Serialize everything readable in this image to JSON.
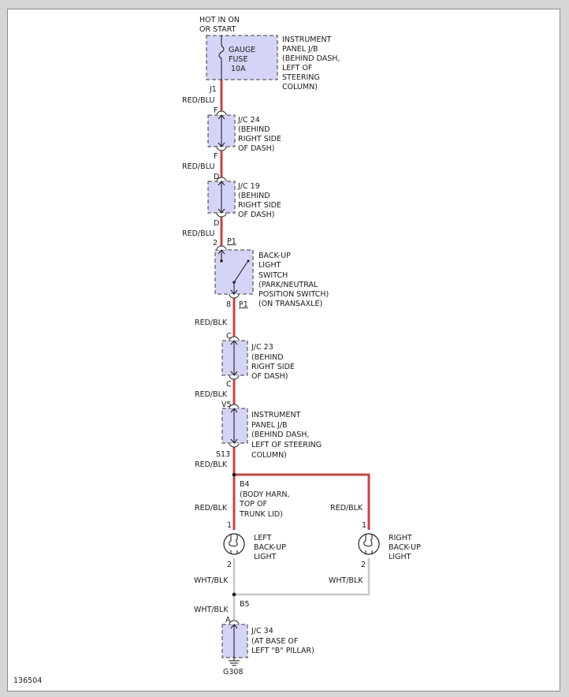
{
  "fuse_block": {
    "feed_lines": [
      "HOT IN ON",
      "OR START"
    ],
    "fuse_lines": [
      "GAUGE",
      "FUSE",
      "10A"
    ],
    "location_lines": [
      "INSTRUMENT",
      "PANEL J/B",
      "(BEHIND DASH,",
      "LEFT OF",
      "STEERING",
      "COLUMN)"
    ],
    "out_pin": "J1"
  },
  "jc24": {
    "wire_in": "RED/BLU",
    "pin_top": "F",
    "pin_bottom": "F",
    "label_lines": [
      "J/C 24",
      "(BEHIND",
      "RIGHT SIDE",
      "OF DASH)"
    ]
  },
  "jc19": {
    "wire_in": "RED/BLU",
    "pin_top": "D",
    "pin_bottom": "D",
    "label_lines": [
      "J/C 19",
      "(BEHIND",
      "RIGHT SIDE",
      "OF DASH)"
    ]
  },
  "switch": {
    "wire_in": "RED/BLU",
    "pin_top": "2",
    "conn_top": "P1",
    "pin_bottom": "8",
    "conn_bottom": "P1",
    "label_lines": [
      "BACK-UP",
      "LIGHT",
      "SWITCH",
      "(PARK/NEUTRAL",
      "POSITION SWITCH)",
      "(ON TRANSAXLE)"
    ]
  },
  "jc23": {
    "wire_in": "RED/BLK",
    "pin_top": "C",
    "pin_bottom": "C",
    "label_lines": [
      "J/C 23",
      "(BEHIND",
      "RIGHT SIDE",
      "OF DASH)"
    ]
  },
  "ipjb": {
    "wire_in": "RED/BLK",
    "pin_top": "V5",
    "pin_bottom": "S13",
    "label_lines": [
      "INSTRUMENT",
      "PANEL J/B",
      "(BEHIND DASH,",
      "LEFT OF STEERING",
      "COLUMN)"
    ]
  },
  "splice_b4": {
    "wire_in": "RED/BLK",
    "name": "B4",
    "label_lines": [
      "(BODY HARN,",
      "TOP OF",
      "TRUNK LID)"
    ]
  },
  "left_light": {
    "wire_in": "RED/BLK",
    "pin_in": "1",
    "pin_out": "2",
    "wire_out": "WHT/BLK",
    "label_lines": [
      "LEFT",
      "BACK-UP",
      "LIGHT"
    ]
  },
  "right_light": {
    "wire_in": "RED/BLK",
    "pin_in": "1",
    "pin_out": "2",
    "wire_out": "WHT/BLK",
    "label_lines": [
      "RIGHT",
      "BACK-UP",
      "LIGHT"
    ]
  },
  "splice_b5": {
    "name": "B5",
    "wire_out": "WHT/BLK"
  },
  "jc34": {
    "pin_top": "A",
    "label_lines": [
      "J/C 34",
      "(AT BASE OF",
      "LEFT \"B\" PILLAR)"
    ]
  },
  "ground": {
    "name": "G308"
  },
  "figure_id": "136504",
  "colors": {
    "red_wire": "#c44444",
    "white_wire": "#c8c8c8",
    "box_fill": "#d4d4f7"
  }
}
